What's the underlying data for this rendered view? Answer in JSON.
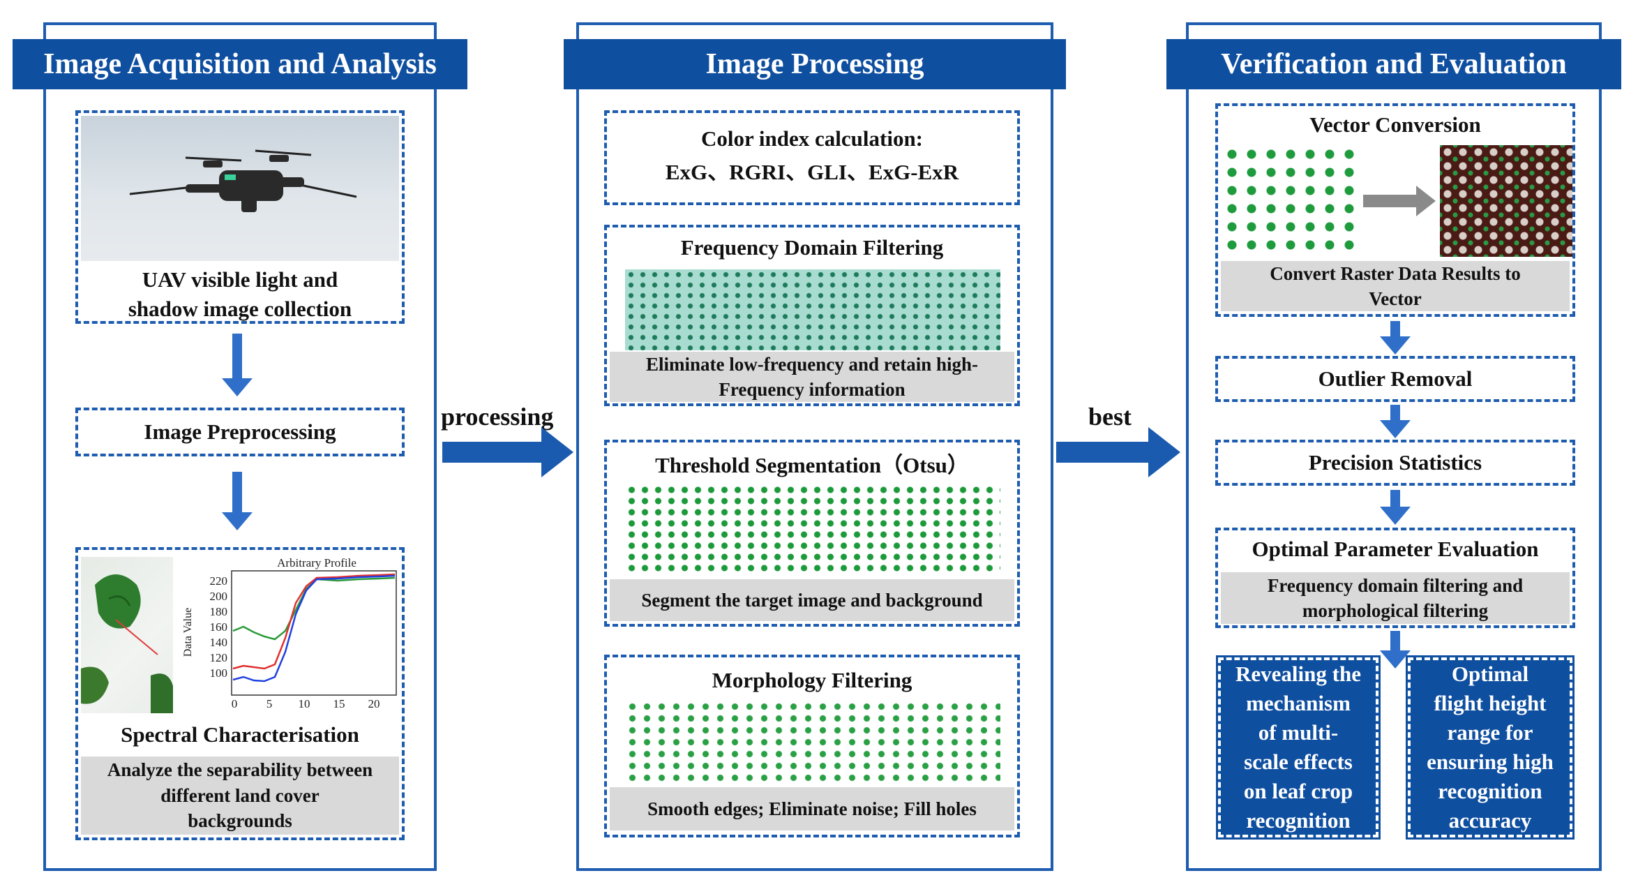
{
  "columns": {
    "acquisition": {
      "header": "Image Acquisition and Analysis",
      "uav_caption_line1": "UAV visible light and",
      "uav_caption_line2": "shadow image collection",
      "preprocessing": "Image Preprocessing",
      "spectral_title": "Spectral Characterisation",
      "spectral_caption_line1": "Analyze the separability between",
      "spectral_caption_line2": "different land cover",
      "spectral_caption_line3": "backgrounds"
    },
    "processing": {
      "header": "Image Processing",
      "color_index_title": "Color index calculation:",
      "color_index_list": "ExG、RGRI、GLI、ExG-ExR",
      "freq_title": "Frequency Domain Filtering",
      "freq_caption_line1": "Eliminate low-frequency and retain high-",
      "freq_caption_line2": "Frequency information",
      "threshold_title": "Threshold Segmentation（Otsu）",
      "threshold_caption": "Segment the target image and background",
      "morph_title": "Morphology Filtering",
      "morph_caption": "Smooth edges; Eliminate noise; Fill holes"
    },
    "verification": {
      "header": "Verification and Evaluation",
      "vector_title": "Vector Conversion",
      "vector_caption_line1": "Convert Raster Data Results to",
      "vector_caption_line2": "Vector",
      "outlier": "Outlier Removal",
      "precision": "Precision Statistics",
      "optimal_title": "Optimal Parameter Evaluation",
      "optimal_caption_line1": "Frequency domain filtering and",
      "optimal_caption_line2": "morphological filtering",
      "result_left": [
        "Revealing the",
        "mechanism",
        "of multi-",
        "scale effects",
        "on leaf crop",
        "recognition"
      ],
      "result_right": [
        "Optimal",
        "flight height",
        "range for",
        "ensuring high",
        "recognition",
        "accuracy"
      ]
    }
  },
  "edges": {
    "processing_label": "processing",
    "best_label": "best"
  },
  "inset_chart": {
    "title": "Arbitrary Profile",
    "ylabel": "Data Value",
    "yticks": [
      "220",
      "200",
      "180",
      "160",
      "140",
      "120",
      "100"
    ],
    "xticks": [
      "0",
      "5",
      "10",
      "15",
      "20"
    ]
  },
  "colors": {
    "header_blue": "#0f4fa0",
    "frame_blue": "#1e5cb0",
    "arrow_blue": "#2f6fc9",
    "caption_grey": "#d9d9d9"
  }
}
